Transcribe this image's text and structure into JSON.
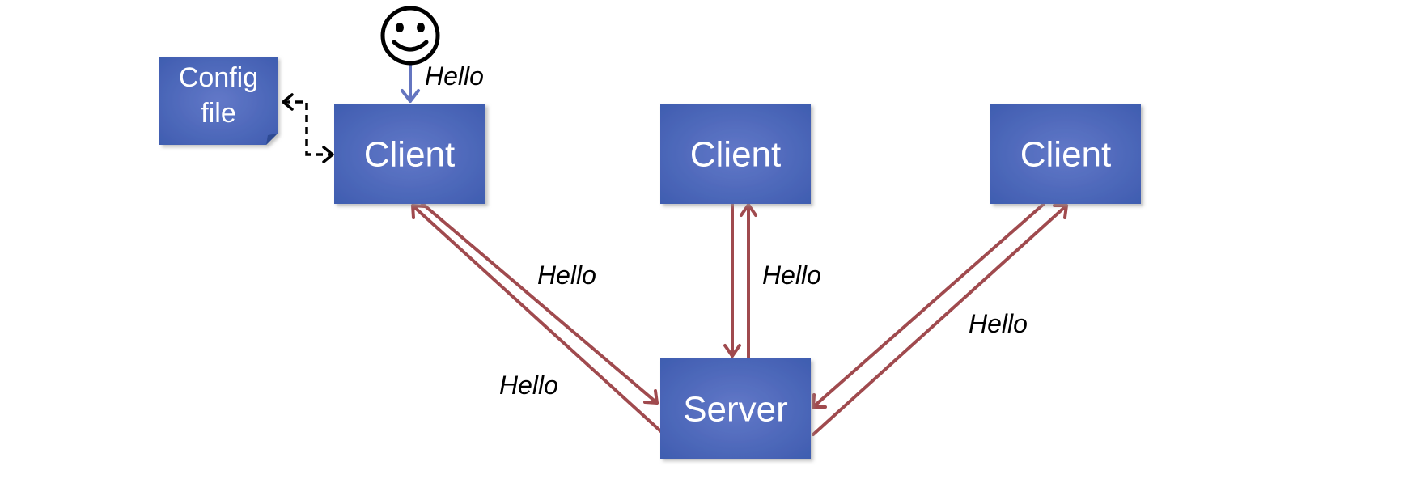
{
  "diagram": {
    "user": {
      "icon": "smiley-face-icon"
    },
    "config_file": {
      "label_line1": "Config",
      "label_line2": "file"
    },
    "clients": [
      {
        "label": "Client"
      },
      {
        "label": "Client"
      },
      {
        "label": "Client"
      }
    ],
    "server": {
      "label": "Server"
    },
    "messages": {
      "user_to_client": "Hello",
      "client1_link_upper": "Hello",
      "client1_link_lower": "Hello",
      "client2_link": "Hello",
      "client3_link": "Hello"
    },
    "colors": {
      "box_fill": "#4A68B8",
      "box_shadow": "#c9c9c9",
      "box_text": "#ffffff",
      "network_arrow": "#A04A4E",
      "user_arrow": "#6475C0",
      "config_arrow": "#000000"
    }
  }
}
